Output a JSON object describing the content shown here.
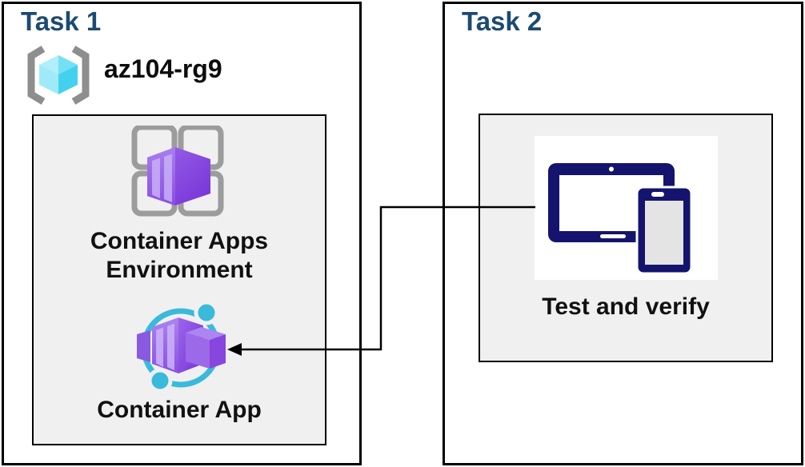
{
  "task1": {
    "title": "Task 1",
    "resource_group": {
      "name": "az104-rg9"
    },
    "environment": {
      "label_line1": "Container Apps",
      "label_line2": "Environment",
      "app_label": "Container App"
    }
  },
  "task2": {
    "title": "Task 2",
    "test": {
      "label": "Test and verify"
    }
  },
  "icons": {
    "resource_group": "azure-resource-group-icon",
    "container_apps_environment": "container-apps-environment-icon",
    "container_app": "container-app-icon",
    "devices": "tablet-and-phone-icon"
  },
  "colors": {
    "title_text": "#1C4A73",
    "label_text": "#111111",
    "box_border": "#000000",
    "inner_box_background": "#F0F0F0",
    "icon_panel_background": "#FFFFFF",
    "container_purple": "#8A4FE4",
    "ring_cyan": "#3ABADB",
    "device_navy": "#14146E",
    "bracket_gray": "#8E8E8E",
    "cube_cyan": "#5CD7F2",
    "arrow": "#000000"
  },
  "connections": [
    {
      "from": "test-and-verify",
      "to": "container-app",
      "style": "elbow-arrow-left"
    }
  ]
}
